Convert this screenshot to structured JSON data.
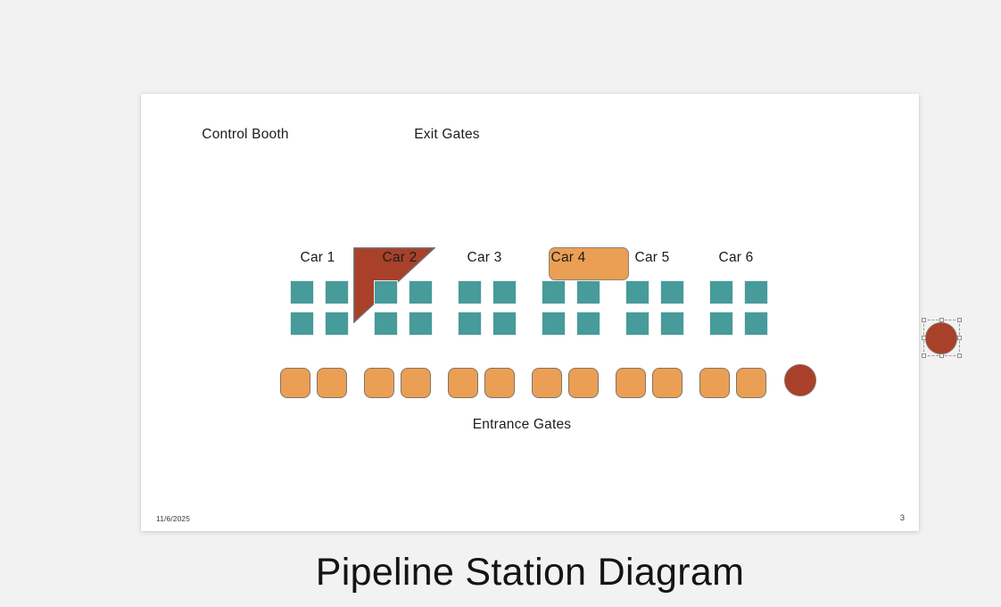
{
  "canvas": {
    "background_color": "#f2f2f2"
  },
  "slide": {
    "background_color": "#ffffff",
    "title": "Pipeline Station Diagram",
    "footer": {
      "date": "11/6/2025",
      "page_number": "3"
    },
    "labels": {
      "control_booth": "Control Booth",
      "exit_gates": "Exit Gates",
      "entrance_gates": "Entrance Gates"
    },
    "palette": {
      "teal": "#479b9b",
      "orange": "#eb9f54",
      "dark_red": "#a8402a",
      "seat_border": "#e9ecec",
      "shape_border": "#7d7668"
    },
    "shapes": {
      "control_booth": {
        "type": "right-triangle",
        "fill": "#a8402a"
      },
      "exit_gates": {
        "type": "rounded-rectangle",
        "fill": "#eb9f54"
      },
      "selected_circle": {
        "type": "circle",
        "fill": "#a8402a",
        "selected": true
      },
      "loose_circle": {
        "type": "circle",
        "fill": "#a8402a",
        "selected": false
      }
    },
    "cars": [
      {
        "label": "Car 1",
        "seats": 4
      },
      {
        "label": "Car 2",
        "seats": 4
      },
      {
        "label": "Car 3",
        "seats": 4
      },
      {
        "label": "Car 4",
        "seats": 4
      },
      {
        "label": "Car 5",
        "seats": 4
      },
      {
        "label": "Car 6",
        "seats": 4
      }
    ],
    "entrance_gate_pairs": 6
  }
}
